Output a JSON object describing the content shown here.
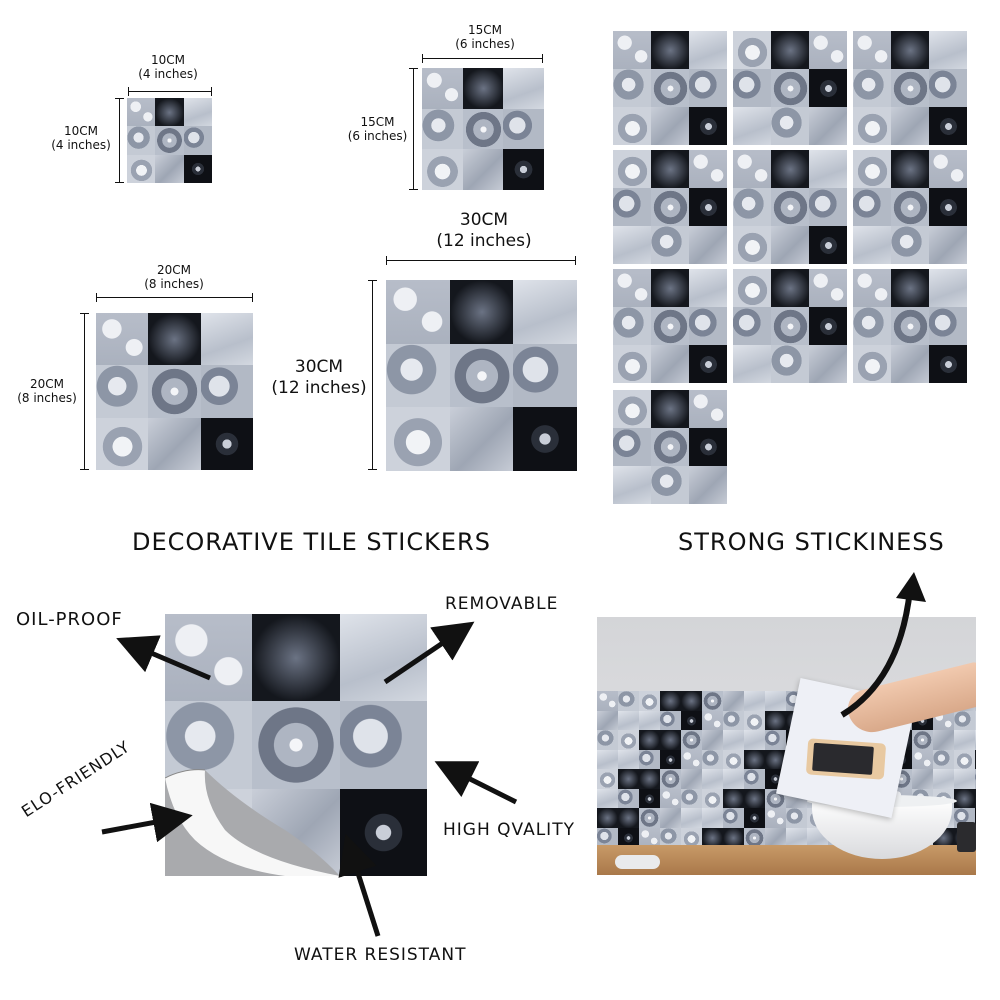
{
  "sizes": {
    "s10": {
      "width_cm": "10CM",
      "width_in": "(4 inches)",
      "height_cm": "10CM",
      "height_in": "(4 inches)"
    },
    "s15": {
      "width_cm": "15CM",
      "width_in": "(6 inches)",
      "height_cm": "15CM",
      "height_in": "(6 inches)"
    },
    "s20": {
      "width_cm": "20CM",
      "width_in": "(8 inches)",
      "height_cm": "20CM",
      "height_in": "(8 inches)"
    },
    "s30": {
      "width_cm": "30CM",
      "width_in": "(12 inches)",
      "height_cm": "30CM",
      "height_in": "(12 inches)"
    }
  },
  "headings": {
    "decorative": "DECORATIVE TILE STICKERS",
    "stickiness": "STRONG STICKINESS"
  },
  "features": {
    "oil_proof": "OIL-PROOF",
    "removable": "REMOVABLE",
    "elo_friendly": "ELO-FRIENDLY",
    "high_quality": "HIGH QVALITY",
    "water_resistant": "WATER RESISTANT"
  },
  "colors": {
    "tile_light": "#c9ced8",
    "tile_dark": "#14171d",
    "wall": "#d7d8da",
    "counter": "#b98b5a",
    "phone_gold": "#e8c9a1"
  }
}
